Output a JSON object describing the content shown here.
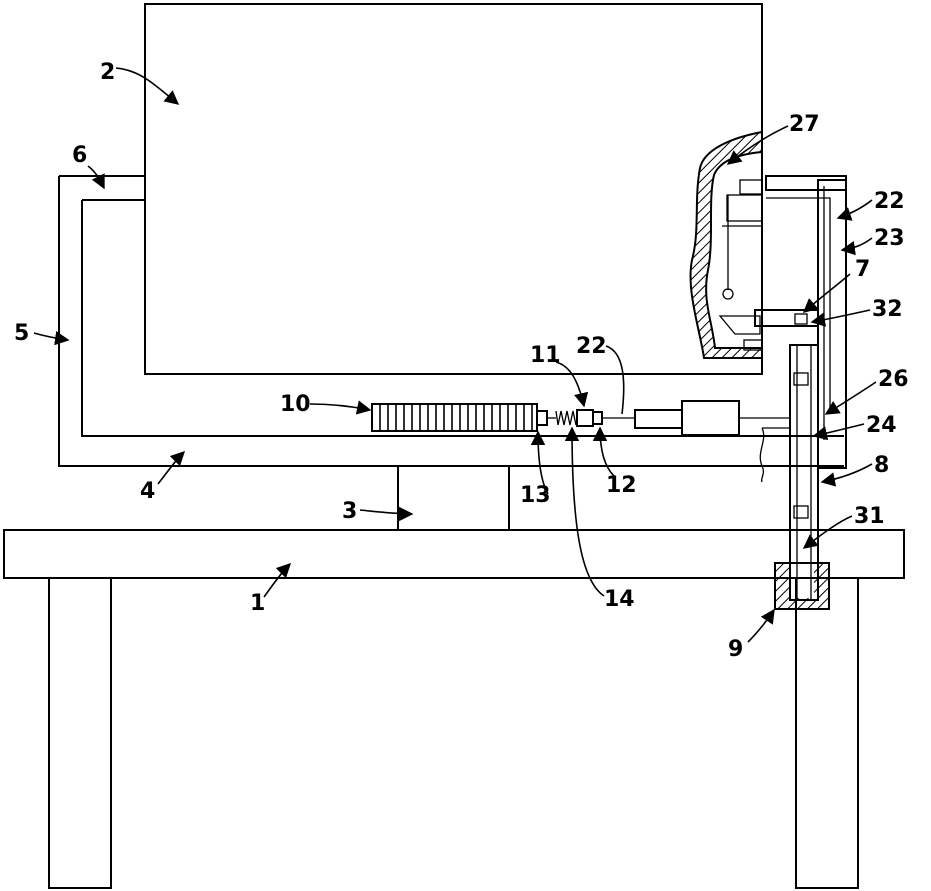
{
  "figure": {
    "labels": {
      "c1": "1",
      "c2": "2",
      "c3": "3",
      "c4": "4",
      "c5": "5",
      "c6": "6",
      "c7": "7",
      "c8": "8",
      "c9": "9",
      "c10": "10",
      "c11": "11",
      "c12": "12",
      "c13": "13",
      "c14": "14",
      "c22a": "22",
      "c22b": "22",
      "c23": "23",
      "c24": "24",
      "c26": "26",
      "c27": "27",
      "c31": "31",
      "c32": "32"
    },
    "colors": {
      "line": "#000000",
      "background": "#ffffff"
    }
  }
}
